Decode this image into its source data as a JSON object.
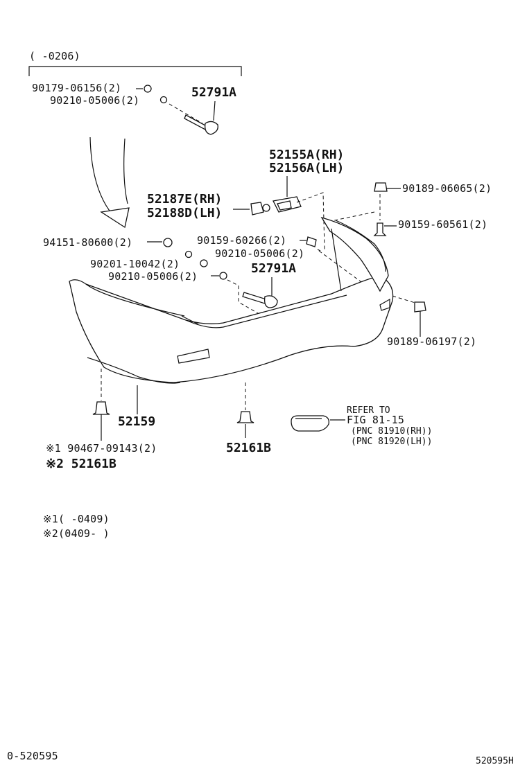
{
  "range_top": "(      -0206)",
  "labels": {
    "p90179": "90179-06156(2)",
    "p90210a": "90210-05006(2)",
    "p52791a_top": "52791A",
    "p52155": "52155A(RH)",
    "p52156": "52156A(LH)",
    "p90189a": "90189-06065(2)",
    "p52187": "52187E(RH)",
    "p52188": "52188D(LH)",
    "p90159a": "90159-60561(2)",
    "p94151": "94151-80600(2)",
    "p90159b": "90159-60266(2)",
    "p90210b": "90210-05006(2)",
    "p90201": "90201-10042(2)",
    "p52791a_mid": "52791A",
    "p90210c": "90210-05006(2)",
    "p90189b": "90189-06197(2)",
    "p52159": "52159",
    "p52161b": "52161B",
    "refer1": "REFER TO",
    "refer2": "FIG 81-15",
    "pnc1": "(PNC 81910(RH))",
    "pnc2": "(PNC 81920(LH))",
    "note1": "※1 90467-09143(2)",
    "note2": "※2 52161B",
    "legend1": "※1(      -0409)",
    "legend2": "※2(0409-      )",
    "footer_left": "0-520595",
    "footer_right": "520595H"
  }
}
